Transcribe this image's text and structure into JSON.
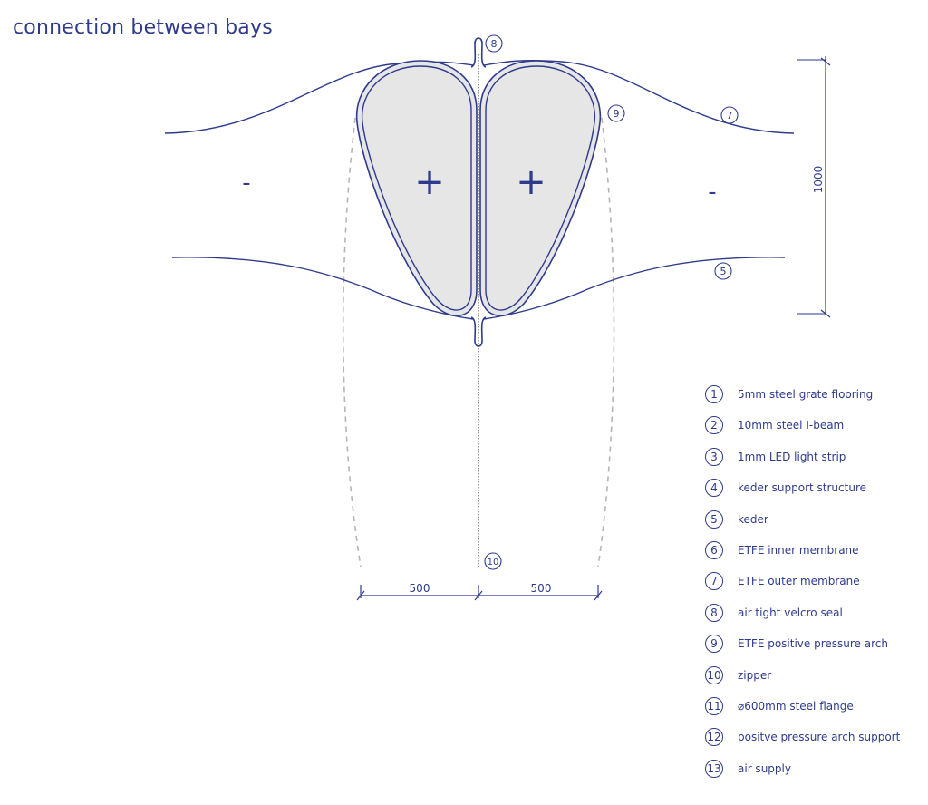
{
  "title": "connection between bays",
  "pressure_signs": {
    "negative": "-",
    "positive": "+"
  },
  "dimensions": {
    "height": "1000",
    "left_width": "500",
    "right_width": "500"
  },
  "callouts": {
    "c5": "5",
    "c7": "7",
    "c8": "8",
    "c9": "9",
    "c10": "10"
  },
  "legend": [
    {
      "num": "1",
      "label": "5mm steel grate flooring"
    },
    {
      "num": "2",
      "label": "10mm steel I-beam"
    },
    {
      "num": "3",
      "label": "1mm LED light strip"
    },
    {
      "num": "4",
      "label": "keder support structure"
    },
    {
      "num": "5",
      "label": "keder"
    },
    {
      "num": "6",
      "label": "ETFE inner membrane"
    },
    {
      "num": "7",
      "label": "ETFE outer membrane"
    },
    {
      "num": "8",
      "label": "air tight velcro seal"
    },
    {
      "num": "9",
      "label": "ETFE positive pressure arch"
    },
    {
      "num": "10",
      "label": "zipper"
    },
    {
      "num": "11",
      "label": "⌀600mm steel flange"
    },
    {
      "num": "12",
      "label": "positve pressure arch support"
    },
    {
      "num": "13",
      "label": "air supply"
    }
  ],
  "colors": {
    "line": "#2e3a8c",
    "fill": "#e6e6e6",
    "dash": "#b5b5b5"
  }
}
